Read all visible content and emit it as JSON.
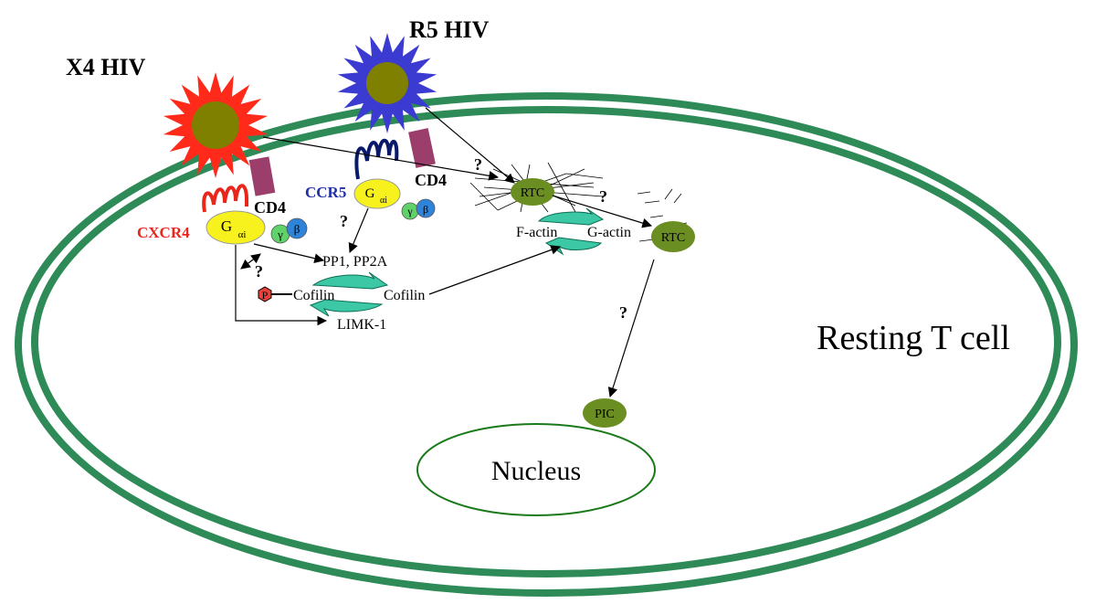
{
  "labels": {
    "x4_hiv": "X4 HIV",
    "r5_hiv": "R5 HIV",
    "cd4_left": "CD4",
    "cd4_right": "CD4",
    "cxcr4": "CXCR4",
    "ccr5": "CCR5",
    "g_main": "G",
    "g_sub": "αi",
    "gamma": "γ",
    "beta": "β",
    "pp": "PP1, PP2A",
    "phospho": "P",
    "cofilin_left": "Cofilin",
    "cofilin_right": "Cofilin",
    "limk": "LIMK-1",
    "f_actin": "F-actin",
    "g_actin": "G-actin",
    "rtc": "RTC",
    "pic": "PIC",
    "nucleus": "Nucleus",
    "cell": "Resting T cell",
    "question": "?"
  },
  "colors": {
    "membrane": "#2e8b57",
    "x4_virus": "#ff2a1a",
    "r5_virus": "#3b3bd1",
    "virus_core": "#808000",
    "cd4": "#9c3e6c",
    "cxcr4": "#e8261b",
    "ccr5": "#0a1a6b",
    "g_protein": "#f7f21d",
    "gamma": "#5fd36a",
    "beta": "#2f84d9",
    "rtc": "#6b8e23",
    "cycle_arrow": "#3cc7a5",
    "phospho": "#e8403a"
  }
}
